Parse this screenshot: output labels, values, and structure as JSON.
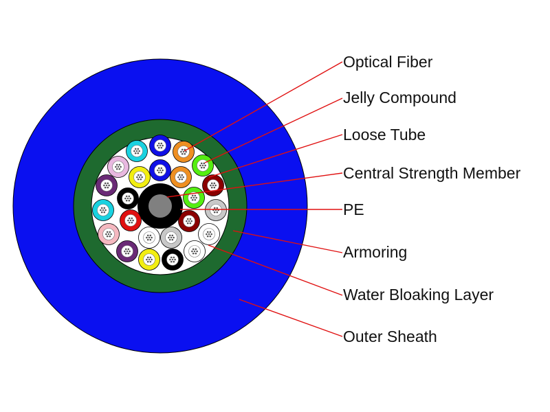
{
  "diagram": {
    "layers": {
      "outer_sheath": "#0a10f0",
      "armoring": "#1e6a2f",
      "water_blocking": "#ffffff",
      "pe": "#000000",
      "central_strength_member": "#808080",
      "leader_line": "#e01010",
      "tube_outline": "#000000",
      "fiber": "#555555"
    },
    "loose_tube_colors": [
      "#1ad2e0",
      "#1010e6",
      "#ee8f22",
      "#55ee11",
      "#e8b8e0",
      "#f2ee12",
      "#1010e6",
      "#ee8f22",
      "#6a2a76",
      "#000000",
      "#55ee11",
      "#8b0000",
      "#1ad2e0",
      "#e01010",
      "#8b0000",
      "#c8c8c8",
      "#f5b8c0",
      "#ffffff",
      "#c8c8c8",
      "#ffffff",
      "#6a2a76",
      "#f2ee12",
      "#000000",
      "#ffffff"
    ],
    "labels": [
      {
        "id": "optical-fiber",
        "text": "Optical Fiber"
      },
      {
        "id": "jelly-compound",
        "text": "Jelly Compound"
      },
      {
        "id": "loose-tube",
        "text": "Loose Tube"
      },
      {
        "id": "central-strength-member",
        "text": "Central Strength Member"
      },
      {
        "id": "pe",
        "text": "PE"
      },
      {
        "id": "armoring",
        "text": "Armoring"
      },
      {
        "id": "water-bloaking-layer",
        "text": "Water Bloaking Layer"
      },
      {
        "id": "outer-sheath",
        "text": "Outer Sheath"
      }
    ]
  }
}
